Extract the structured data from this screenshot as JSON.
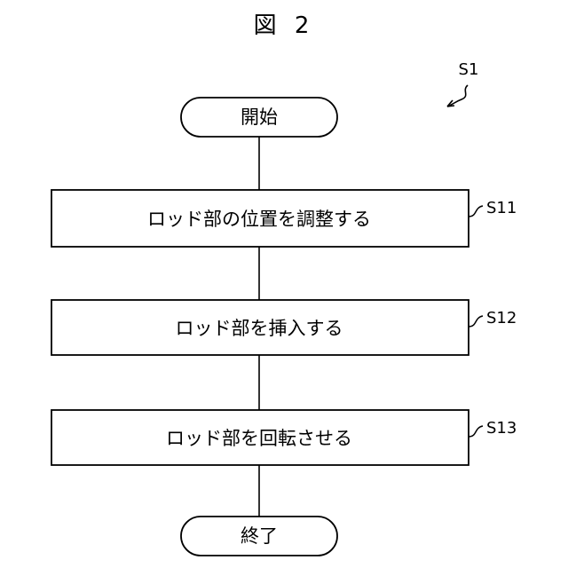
{
  "figure": {
    "title": "図 2",
    "ref": "S1"
  },
  "nodes": {
    "start": {
      "label": "開始"
    },
    "step1": {
      "label": "ロッド部の位置を調整する",
      "ref": "S11"
    },
    "step2": {
      "label": "ロッド部を挿入する",
      "ref": "S12"
    },
    "step3": {
      "label": "ロッド部を回転させる",
      "ref": "S13"
    },
    "end": {
      "label": "終了"
    }
  }
}
